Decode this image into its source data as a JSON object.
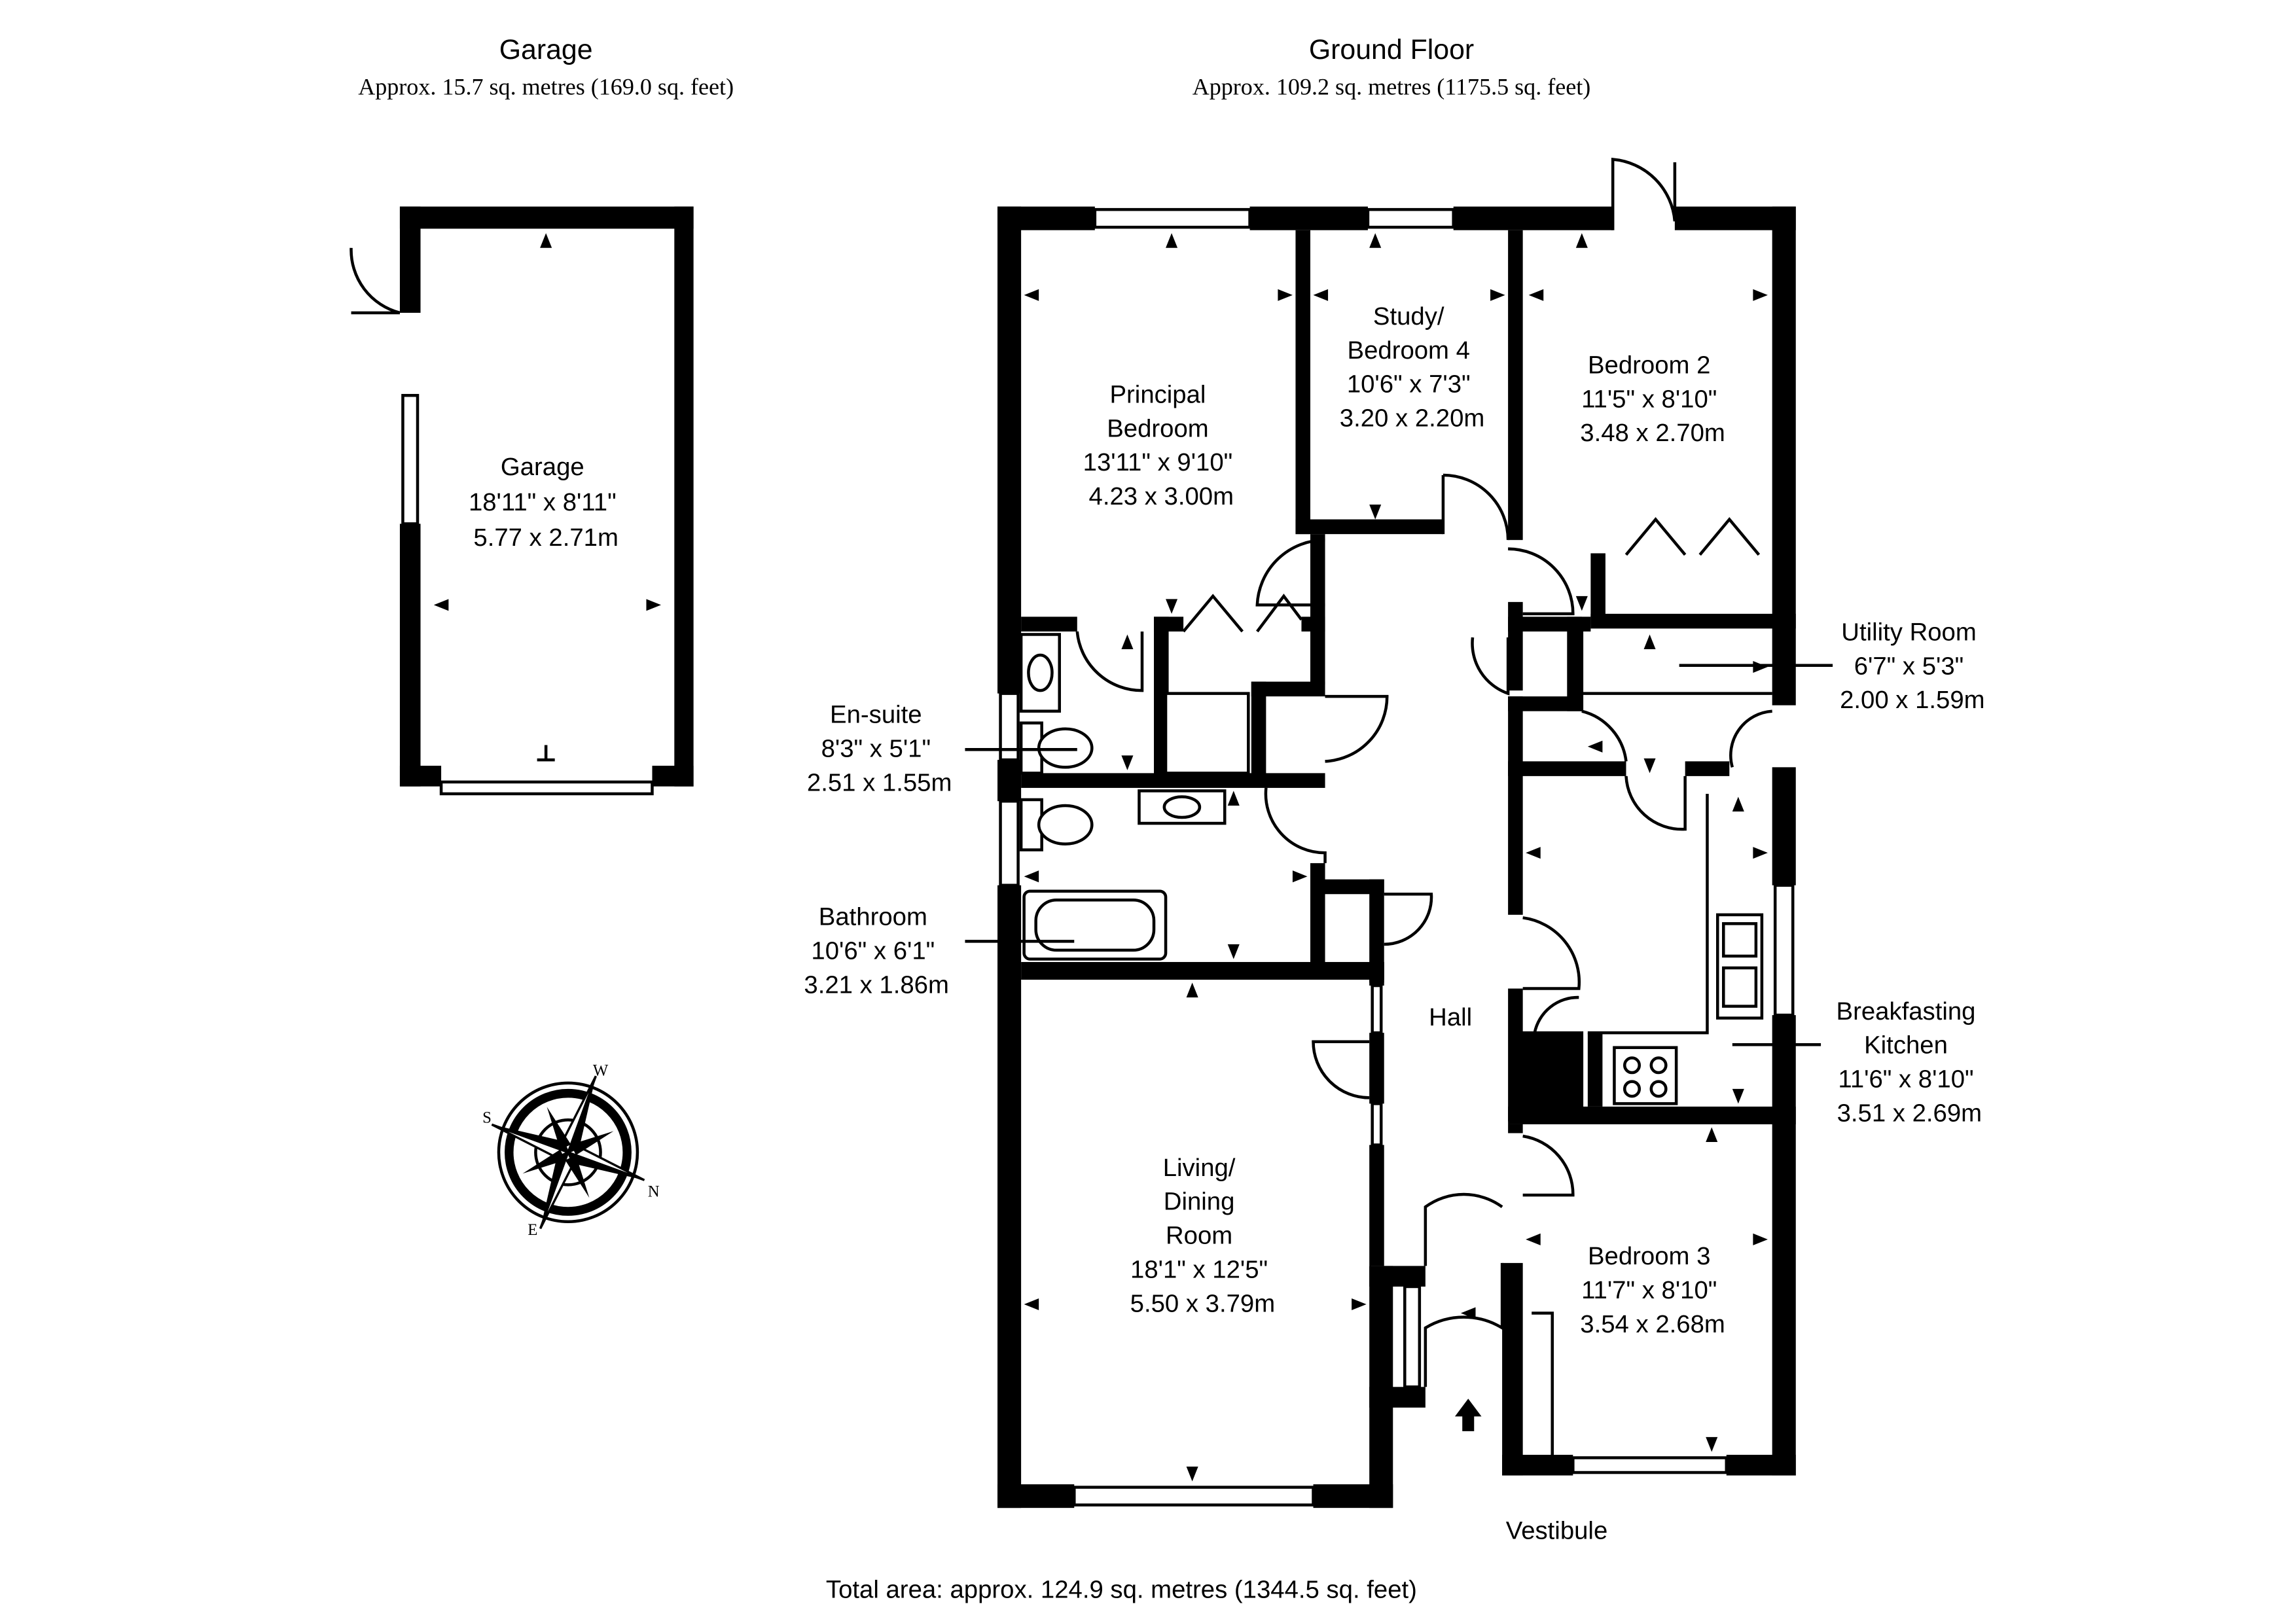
{
  "headers": {
    "garage_title": "Garage",
    "garage_area": "Approx. 15.7 sq. metres (169.0 sq. feet)",
    "ground_title": "Ground Floor",
    "ground_area": "Approx. 109.2 sq. metres (1175.5 sq. feet)"
  },
  "rooms": {
    "garage": [
      "Garage",
      "18'11\" x 8'11\"",
      "5.77 x 2.71m"
    ],
    "principal_bedroom": [
      "Principal",
      "Bedroom",
      "13'11\" x 9'10\"",
      "4.23 x 3.00m"
    ],
    "study": [
      "Study/",
      "Bedroom 4",
      "10'6\" x 7'3\"",
      "3.20 x 2.20m"
    ],
    "bedroom2": [
      "Bedroom 2",
      "11'5\" x 8'10\"",
      "3.48 x 2.70m"
    ],
    "ensuite": [
      "En-suite",
      "8'3\" x 5'1\"",
      "2.51 x 1.55m"
    ],
    "utility": [
      "Utility Room",
      "6'7\" x 5'3\"",
      "2.00 x 1.59m"
    ],
    "bathroom": [
      "Bathroom",
      "10'6\" x 6'1\"",
      "3.21 x 1.86m"
    ],
    "kitchen": [
      "Breakfasting",
      "Kitchen",
      "11'6\" x 8'10\"",
      "3.51 x 2.69m"
    ],
    "hall": [
      "Hall"
    ],
    "living": [
      "Living/",
      "Dining",
      "Room",
      "18'1\" x 12'5\"",
      "5.50 x 3.79m"
    ],
    "bedroom3": [
      "Bedroom 3",
      "11'7\" x 8'10\"",
      "3.54 x 2.68m"
    ],
    "vestibule": [
      "Vestibule"
    ]
  },
  "compass": {
    "letters": [
      "W",
      "S",
      "N",
      "E"
    ]
  },
  "footer": {
    "total_area": "Total area: approx. 124.9 sq. metres (1344.5 sq. feet)"
  }
}
